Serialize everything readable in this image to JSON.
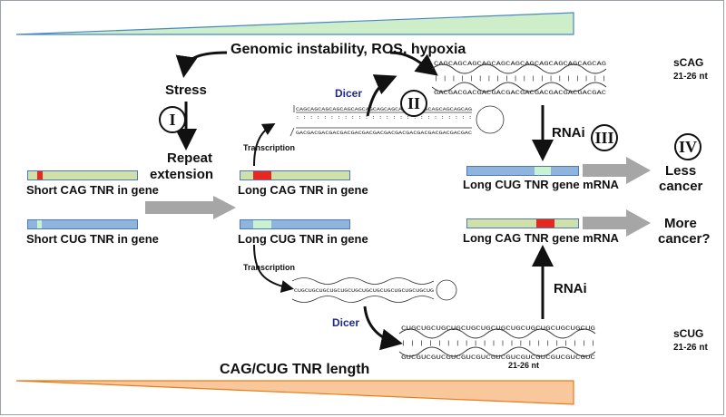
{
  "header_label": "Genomic instability, ROS, hypoxia",
  "footer_label": "CAG/CUG TNR length",
  "stress_label": "Stress",
  "repeat_label_line1": "Repeat",
  "repeat_label_line2": "extension",
  "transcription_top": "Transcription",
  "transcription_bottom": "Transcription",
  "dicer_top": "Dicer",
  "dicer_bottom": "Dicer",
  "rnai_top": "RNAi",
  "rnai_bottom": "RNAi",
  "roman": {
    "i": "I",
    "ii": "II",
    "iii": "III",
    "iv": "IV"
  },
  "genes": {
    "short_cag": "Short CAG TNR in gene",
    "short_cug": "Short CUG TNR in gene",
    "long_cag": "Long CAG TNR in gene",
    "long_cug": "Long CUG TNR in gene",
    "long_cug_mrna": "Long CUG TNR gene mRNA",
    "long_cag_mrna": "Long CAG TNR gene mRNA"
  },
  "outcomes": {
    "less_line1": "Less",
    "less_line2": "cancer",
    "more_line1": "More",
    "more_line2": "cancer?"
  },
  "scag": {
    "name": "sCAG",
    "length": "21-26 nt"
  },
  "scug": {
    "name": "sCUG",
    "length": "21-26 nt",
    "duplex_length": "21-26 nt"
  },
  "colors": {
    "top_wedge": "#cdeec8",
    "bottom_wedge": "#f8c79c",
    "arrow_gray": "#a6a6a6",
    "red": "#e8281e",
    "light_green": "#c8f2d2",
    "bar_green": "#cfe0a8",
    "bar_blue": "#8fb4dd"
  }
}
